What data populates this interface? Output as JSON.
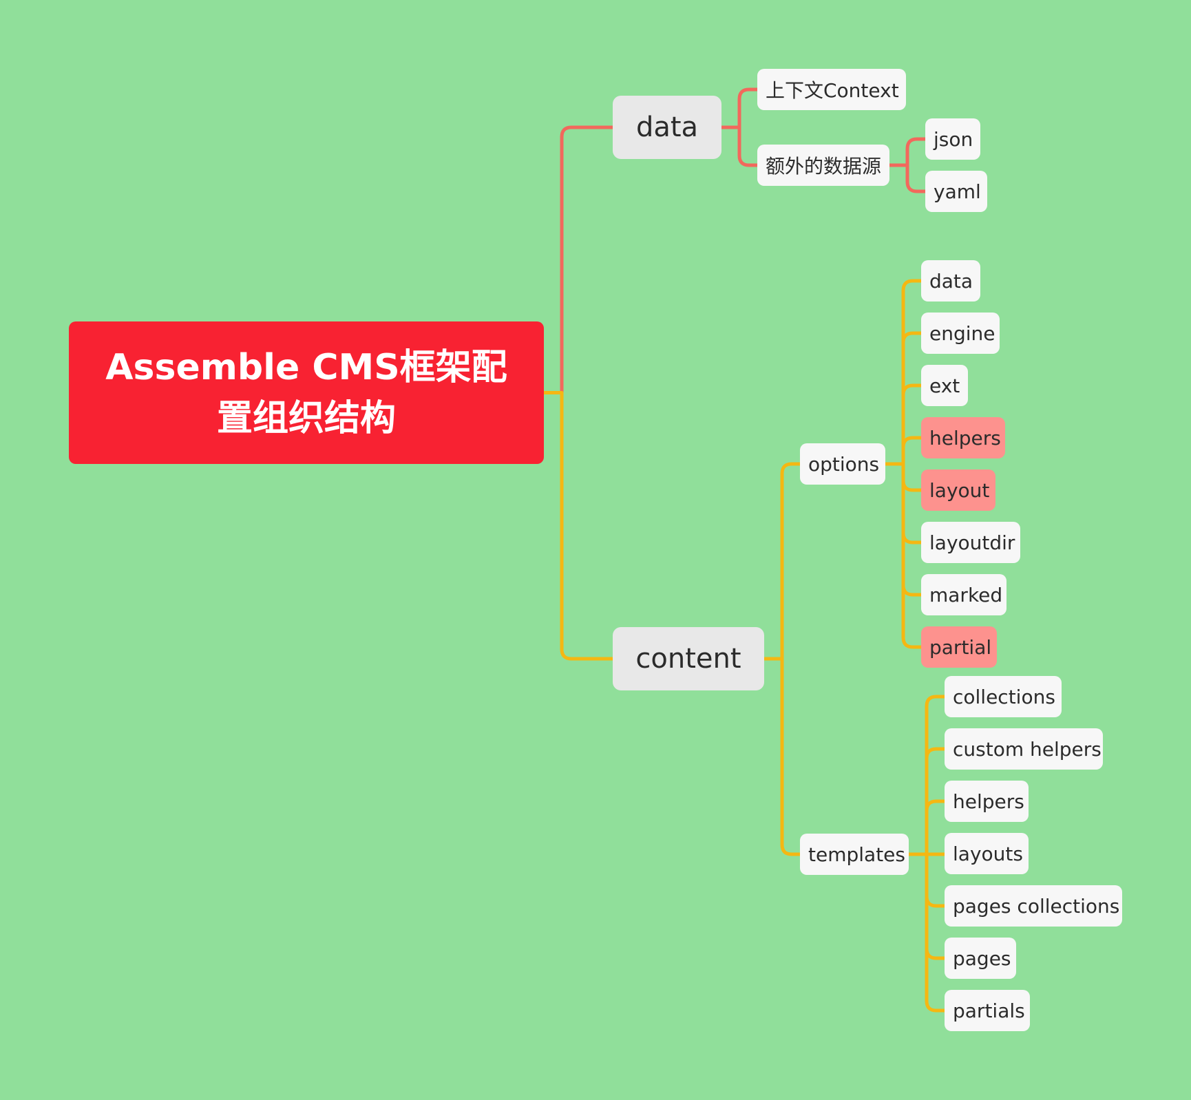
{
  "root": {
    "label": "Assemble CMS框架配置组织结构"
  },
  "colors": {
    "background": "#90df9a",
    "root_fill": "#f82232",
    "data_branch_line": "#f2685c",
    "content_branch_line": "#f5b712",
    "highlight_fill": "#fd928e"
  },
  "branches": {
    "data": {
      "label": "data",
      "children": {
        "context": {
          "label": "上下文Context"
        },
        "extra": {
          "label": "额外的数据源",
          "children": [
            "json",
            "yaml"
          ]
        }
      }
    },
    "content": {
      "label": "content",
      "children": {
        "options": {
          "label": "options",
          "children": [
            "data",
            "engine",
            "ext",
            "helpers",
            "layout",
            "layoutdir",
            "marked",
            "partial"
          ],
          "highlighted": [
            "helpers",
            "layout",
            "partial"
          ]
        },
        "templates": {
          "label": "templates",
          "children": [
            "collections",
            "custom helpers",
            "helpers",
            "layouts",
            "pages collections",
            "pages",
            "partials"
          ]
        }
      }
    }
  }
}
